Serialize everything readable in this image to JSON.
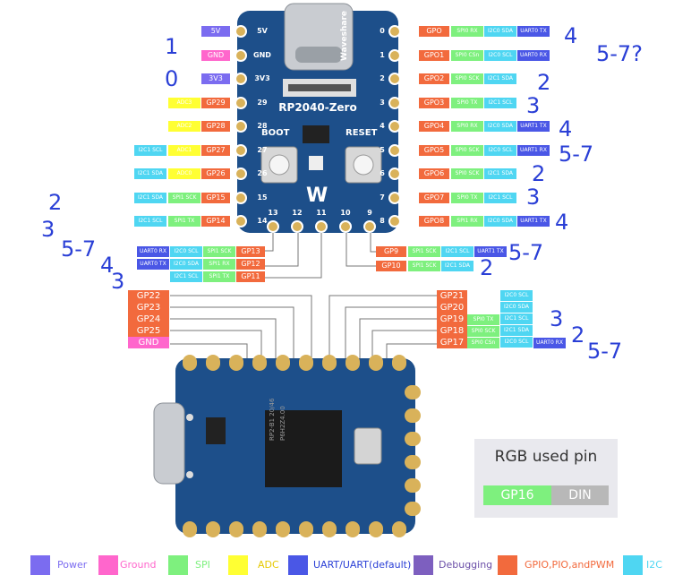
{
  "colors": {
    "power": "#7b6cf0",
    "ground": "#ff66cc",
    "spi": "#7ef07e",
    "adc": "#ffff33",
    "uart": "#4a57e6",
    "debug": "#7d5fbf",
    "gpio": "#f26a3d",
    "i2c": "#4fd6f2",
    "board": "#1d4f8a",
    "pad": "#d9b25a",
    "note": "#2a3fd6"
  },
  "top_board": {
    "model": "RP2040-Zero",
    "brand": "Waveshare",
    "boot": "BOOT",
    "reset": "RESET",
    "left_pins": [
      "5V",
      "GND",
      "3V3",
      "29",
      "28",
      "27",
      "26",
      "15",
      "14"
    ],
    "right_pins": [
      "0",
      "1",
      "2",
      "3",
      "4",
      "5",
      "6",
      "7",
      "8"
    ],
    "bottom_pins": [
      "13",
      "12",
      "11",
      "10",
      "9"
    ]
  },
  "top_left_labels": [
    {
      "c1": "5V",
      "c1c": "power"
    },
    {
      "c1": "GND",
      "c1c": "ground"
    },
    {
      "c1": "3V3",
      "c1c": "power"
    },
    {
      "c1": "GP29",
      "c1c": "gpio",
      "c2": "ADC3",
      "c2c": "adc"
    },
    {
      "c1": "GP28",
      "c1c": "gpio",
      "c2": "ADC2",
      "c2c": "adc"
    },
    {
      "c1": "GP27",
      "c1c": "gpio",
      "c2": "ADC1",
      "c2c": "adc",
      "c3": "I2C1 SCL",
      "c3c": "i2c"
    },
    {
      "c1": "GP26",
      "c1c": "gpio",
      "c2": "ADC0",
      "c2c": "adc",
      "c3": "I2C1 SDA",
      "c3c": "i2c"
    },
    {
      "c1": "GP15",
      "c1c": "gpio",
      "c2": "SPI1 SCK",
      "c2c": "spi",
      "c3": "I2C1 SDA",
      "c3c": "i2c"
    },
    {
      "c1": "GP14",
      "c1c": "gpio",
      "c2": "SPI1 TX",
      "c2c": "spi",
      "c3": "I2C1 SCL",
      "c3c": "i2c"
    }
  ],
  "top_right_labels": [
    {
      "g": "GPO",
      "s": "SPI0 RX",
      "i": "I2C0 SDA",
      "u": "UART0 TX"
    },
    {
      "g": "GPO1",
      "s": "SPI0 CSn",
      "i": "I2C0 SCL",
      "u": "UART0 RX"
    },
    {
      "g": "GPO2",
      "s": "SPI0 SCK",
      "i": "I2C1 SDA"
    },
    {
      "g": "GPO3",
      "s": "SPI0 TX",
      "i": "I2C1 SCL"
    },
    {
      "g": "GPO4",
      "s": "SPI0 RX",
      "i": "I2C0 SDA",
      "u": "UART1 TX"
    },
    {
      "g": "GPO5",
      "s": "SPI0 SCK",
      "i": "I2C0 SCL",
      "u": "UART1 RX"
    },
    {
      "g": "GPO6",
      "s": "SPI0 SCK",
      "i": "I2C1 SDA"
    },
    {
      "g": "GPO7",
      "s": "SPI0 TX",
      "i": "I2C1 SCL"
    },
    {
      "g": "GPO8",
      "s": "SPI1 RX",
      "i": "I2C0 SDA",
      "u": "UART1 TX"
    }
  ],
  "bottom_left_labels": [
    {
      "g": "GP13",
      "s": "SPI1 SCK",
      "i": "I2C0 SCL",
      "u": "UART0 RX"
    },
    {
      "g": "GP12",
      "s": "SPI1 RX",
      "i": "I2C0 SDA",
      "u": "UART0 TX"
    },
    {
      "g": "GP11",
      "s": "SPI1 TX",
      "i": "I2C1 SCL"
    }
  ],
  "bottom_right_labels": [
    {
      "g": "GP9",
      "s": "SPI1 SCK",
      "i": "I2C1 SCL",
      "u": "UART1 TX"
    },
    {
      "g": "GP10",
      "s": "SPI1 SCK",
      "i": "I2C1 SDA"
    }
  ],
  "lower_left_labels": [
    {
      "g": "GP22",
      "c": "gpio"
    },
    {
      "g": "GP23",
      "c": "gpio"
    },
    {
      "g": "GP24",
      "c": "gpio"
    },
    {
      "g": "GP25",
      "c": "gpio"
    },
    {
      "g": "GND",
      "c": "ground"
    }
  ],
  "lower_right_labels": [
    {
      "g": "GP21",
      "i": "I2C0 SCL"
    },
    {
      "g": "GP20",
      "i": "I2C0 SDA"
    },
    {
      "g": "GP19",
      "s": "SPI0 TX",
      "i": "I2C1 SCL"
    },
    {
      "g": "GP18",
      "s": "SPI0 SCK",
      "i": "I2C1 SDA"
    },
    {
      "g": "GP17",
      "s": "SPI0 CSn",
      "i": "I2C0 SCL",
      "u": "UART0 RX"
    }
  ],
  "chip": {
    "line1": "RP2-B1 20/46",
    "line2": "P6H2Z4.00"
  },
  "rgb_box": {
    "title": "RGB used pin",
    "pin": "GP16",
    "func": "DIN"
  },
  "annotations": [
    "1",
    "0",
    "4",
    "5-7?",
    "2",
    "3",
    "4",
    "5-7",
    "2",
    "3",
    "4",
    "2",
    "3",
    "5-7",
    "4",
    "3",
    "5-7",
    "2",
    "3",
    "2",
    "5-7"
  ],
  "legend": [
    {
      "label": "Power",
      "color": "power"
    },
    {
      "label": "Ground",
      "color": "ground"
    },
    {
      "label": "SPI",
      "color": "spi"
    },
    {
      "label": "ADC",
      "color": "adc"
    },
    {
      "label": "UART/UART(default)",
      "color": "uart"
    },
    {
      "label": "Debugging",
      "color": "debug"
    },
    {
      "label": "GPIO,PIO,andPWM",
      "color": "gpio"
    },
    {
      "label": "I2C",
      "color": "i2c"
    }
  ]
}
